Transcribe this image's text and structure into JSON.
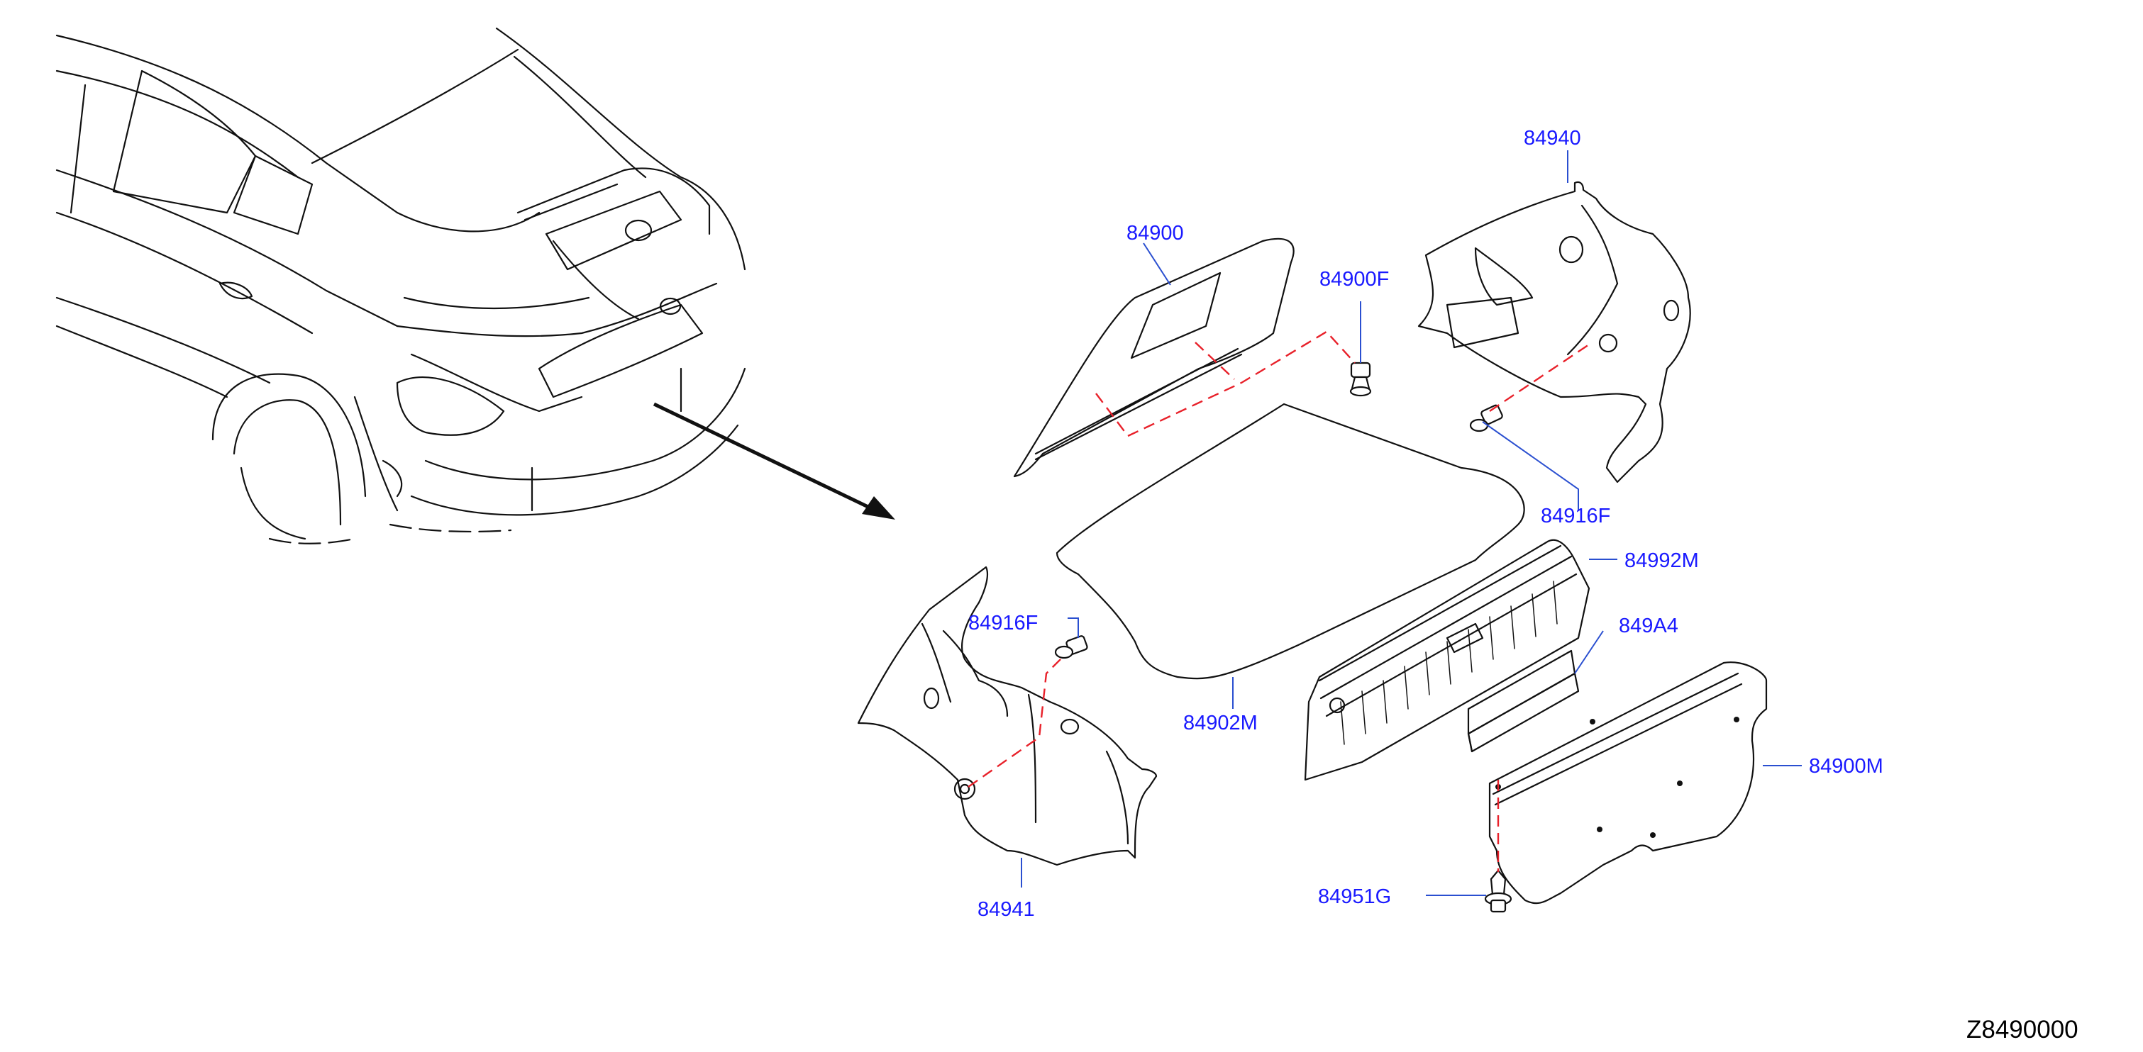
{
  "diagram": {
    "ref_code": "Z8490000",
    "colors": {
      "label": "#1a1aff",
      "leader": "#2a4fd0",
      "fastener_path": "#e8212a",
      "line_art": "#111111"
    },
    "parts": [
      {
        "id": "p84900",
        "label": "84900"
      },
      {
        "id": "p84900F",
        "label": "84900F"
      },
      {
        "id": "p84940",
        "label": "84940"
      },
      {
        "id": "p84916F_right",
        "label": "84916F"
      },
      {
        "id": "p84992M",
        "label": "84992M"
      },
      {
        "id": "p849A4",
        "label": "849A4"
      },
      {
        "id": "p84900M",
        "label": "84900M"
      },
      {
        "id": "p84916F_left",
        "label": "84916F"
      },
      {
        "id": "p84902M",
        "label": "84902M"
      },
      {
        "id": "p84941",
        "label": "84941"
      },
      {
        "id": "p84951G",
        "label": "84951G"
      }
    ]
  }
}
